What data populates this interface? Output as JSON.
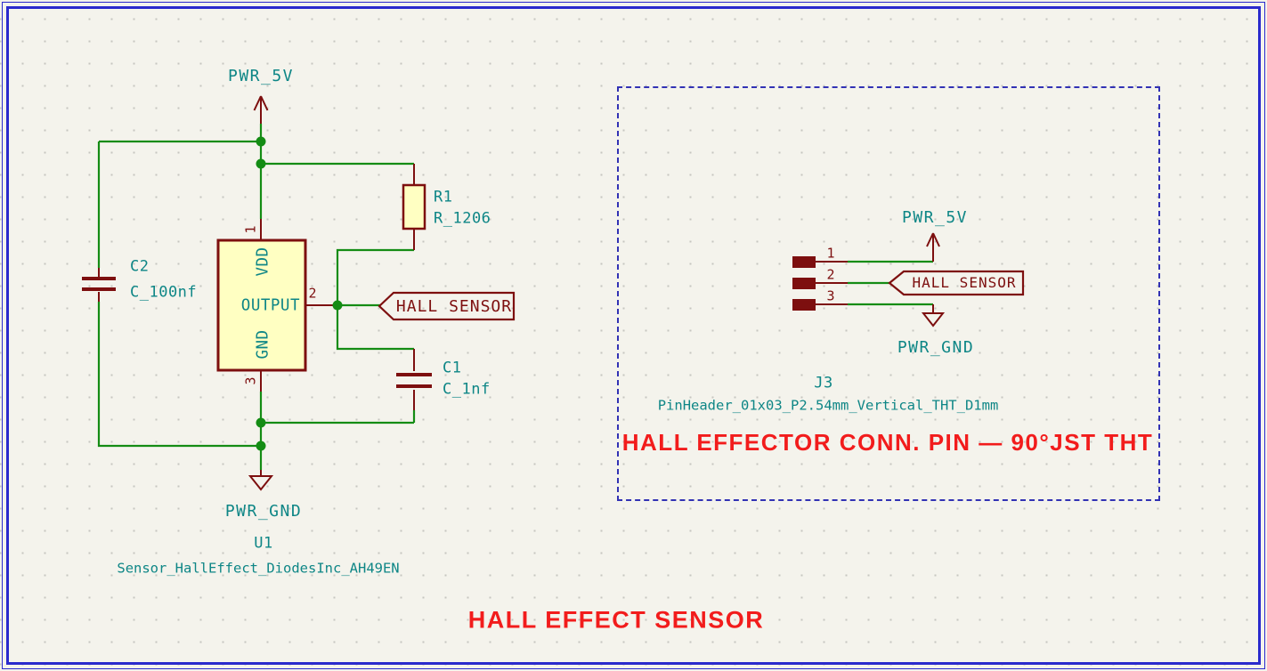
{
  "colors": {
    "background": "#f4f3ec",
    "sheet_border_blue": "#2a2acc",
    "dashed_box_blue": "#3232b4",
    "wire_green": "#148c14",
    "device_maroon": "#7d0f0f",
    "symbol_fill_yellow": "#ffffc2",
    "field_text_teal": "#0e8686",
    "annotation_red": "#f21c1c"
  },
  "circuit": {
    "power_top_label": "PWR_5V",
    "power_bottom_label": "PWR_GND",
    "u1": {
      "ref": "U1",
      "value": "Sensor_HallEffect_DiodesInc_AH49EN",
      "pins": [
        {
          "num": "1",
          "name": "VDD"
        },
        {
          "num": "2",
          "name": "OUTPUT"
        },
        {
          "num": "3",
          "name": "GND"
        }
      ]
    },
    "r1": {
      "ref": "R1",
      "value": "R_1206"
    },
    "c1": {
      "ref": "C1",
      "value": "C_1nf"
    },
    "c2": {
      "ref": "C2",
      "value": "C_100nf"
    },
    "net_label": "HALL SENSOR"
  },
  "connector": {
    "ref": "J3",
    "value": "PinHeader_01x03_P2.54mm_Vertical_THT_D1mm",
    "pin_numbers": [
      "1",
      "2",
      "3"
    ],
    "power_top_label": "PWR_5V",
    "power_bottom_label": "PWR_GND",
    "net_label": "HALL SENSOR",
    "caption": "HALL EFFECTOR CONN. PIN — 90°JST THT"
  },
  "title": "HALL EFFECT SENSOR"
}
